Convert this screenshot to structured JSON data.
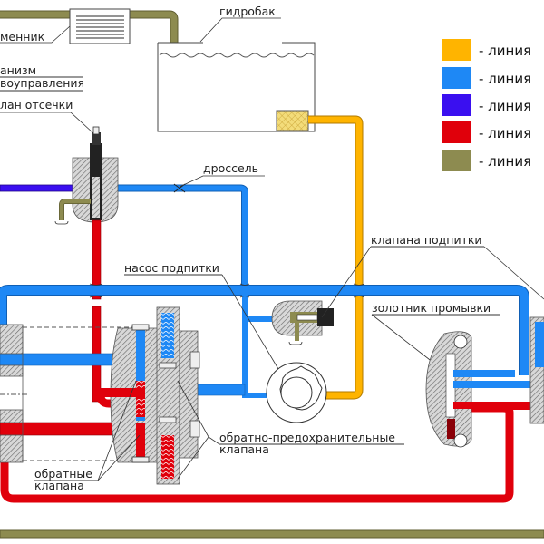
{
  "legend": {
    "items": [
      {
        "color": "#ffb400",
        "label": "- линия"
      },
      {
        "color": "#1e88f5",
        "label": "- линия"
      },
      {
        "color": "#3a0ff0",
        "label": "- линия"
      },
      {
        "color": "#e0000b",
        "label": "- линия"
      },
      {
        "color": "#8d8b50",
        "label": "- линия"
      }
    ]
  },
  "labels": {
    "heat_exchanger": "менник",
    "tank": "гидробак",
    "servo_line1": "анизм",
    "servo_line2": "воуправления",
    "cutoff_valve": "лан отсечки",
    "throttle": "дроссель",
    "makeup_valve": "клапана подпитки",
    "makeup_pump": "насос подпитки",
    "flush_spool": "золотник промывки",
    "relief_valves_line1": "обратно-предохранительные",
    "relief_valves_line2": "клапана",
    "check_valves_line1": "обратные",
    "check_valves_line2": "клапана"
  },
  "colors": {
    "yellow": "#ffb400",
    "blue": "#1e88f5",
    "violet": "#3a0ff0",
    "red": "#e0000b",
    "olive": "#8d8b50"
  }
}
